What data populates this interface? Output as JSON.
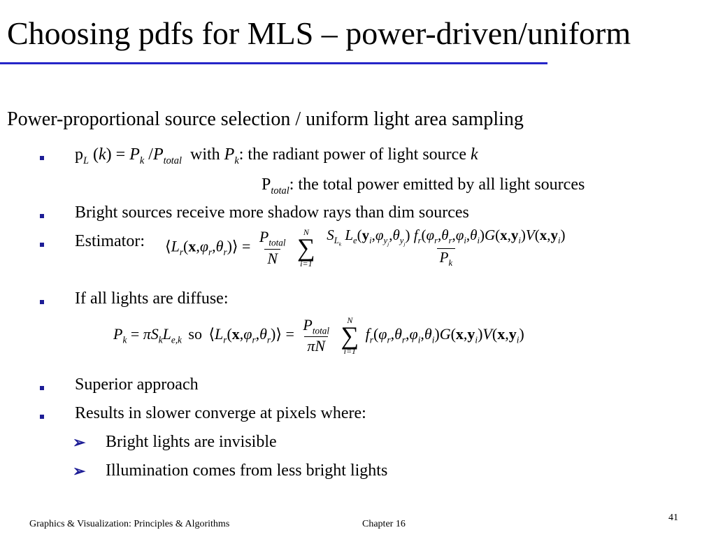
{
  "slide": {
    "title": "Choosing pdfs for MLS – power-driven/uniform",
    "subtitle": "Power-proportional source selection / uniform light area sampling",
    "bullets": {
      "b1_tail": ": the radiant power of light source",
      "b1_line2": ": the total power emitted by all light sources",
      "b2": "Bright sources receive more shadow rays than dim sources",
      "b3": "Estimator:",
      "b4": "If all lights are diffuse:",
      "b5": "Superior approach",
      "b6": "Results in slower converge at pixels where:",
      "sub1": "Bright lights are invisible",
      "sub2": "Illumination comes from less bright lights"
    },
    "math_words": {
      "with": "with",
      "so": "so"
    }
  },
  "footer": {
    "left": "Graphics & Visualization: Principles & Algorithms",
    "chapter": "Chapter 16",
    "page": "41"
  },
  "colors": {
    "rule": "#2626c8",
    "bullet": "#1d1d96",
    "text": "#000000"
  },
  "icons": {
    "bullet": "square-bullet-icon",
    "sub_bullet": "arrow-bullet-icon"
  }
}
